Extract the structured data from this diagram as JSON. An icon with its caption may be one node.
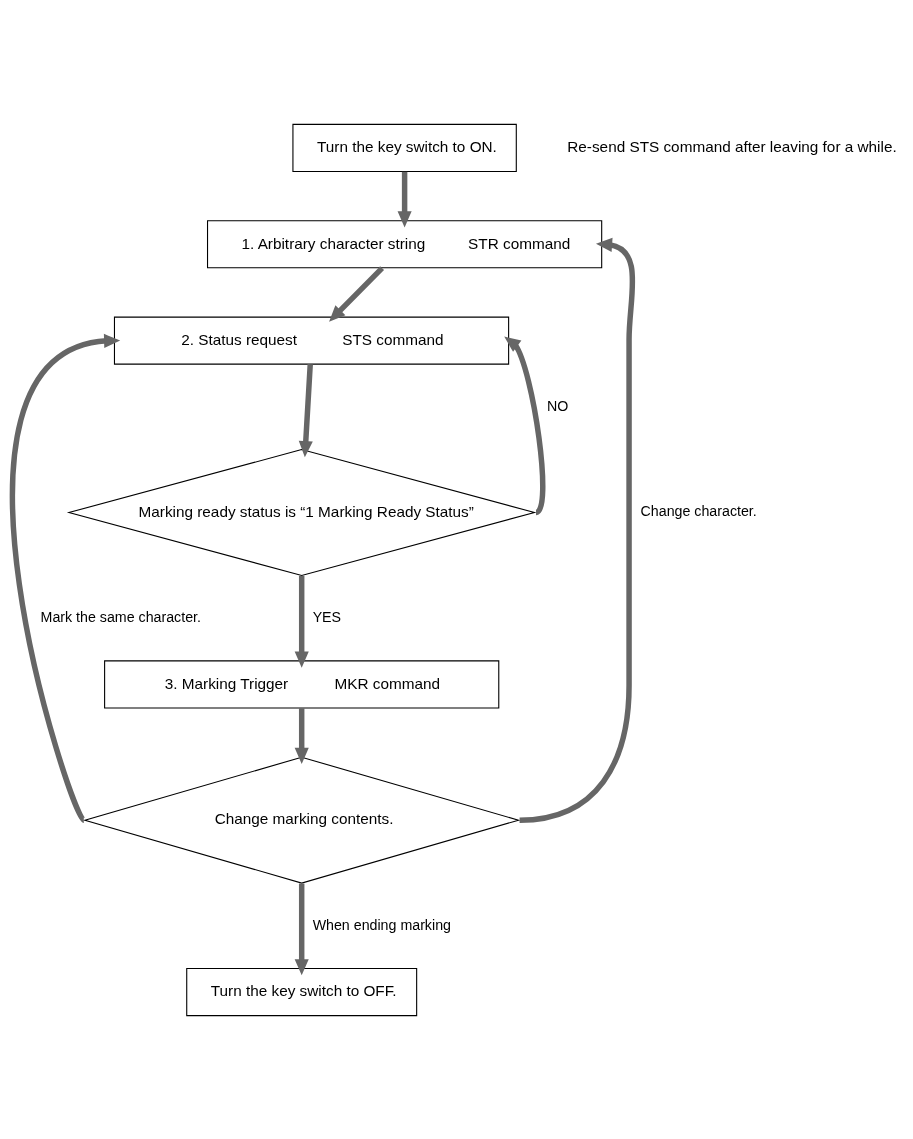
{
  "diagram": {
    "nodes": [
      {
        "text": [
          "Turn the key switch to ON."
        ]
      },
      {
        "text": [
          "1. Arbitrary character string",
          "STR command"
        ]
      },
      {
        "text": [
          "2. Status request",
          "STS command"
        ]
      },
      {
        "text": [
          "Marking ready status is “1 Marking Ready Status”"
        ]
      },
      {
        "text": [
          "3. Marking Trigger",
          "MKR command"
        ]
      },
      {
        "text": [
          "Change marking contents."
        ]
      },
      {
        "text": [
          "Turn the key switch to OFF."
        ]
      }
    ],
    "edges": [
      {
        "from": 0,
        "to": 1,
        "arrow": "to"
      },
      {
        "from": 1,
        "to": 2,
        "arrow": "to"
      },
      {
        "from": 2,
        "to": 3,
        "arrow": "to"
      },
      {
        "from": 3,
        "to": 2,
        "arrow": "to",
        "label": "NO"
      },
      {
        "from": 3,
        "to": 4,
        "arrow": "to",
        "label": "YES"
      },
      {
        "from": 4,
        "to": 5,
        "arrow": "to"
      },
      {
        "from": 5,
        "to": 2,
        "arrow": "to",
        "label": "Mark the same character."
      },
      {
        "from": 5,
        "to": 1,
        "arrow": "to",
        "label": "Change character."
      },
      {
        "from": 5,
        "to": 6,
        "arrow": "to",
        "label": "When ending marking"
      }
    ],
    "labels": [
      "Re-send STS command after leaving for a while."
    ]
  }
}
